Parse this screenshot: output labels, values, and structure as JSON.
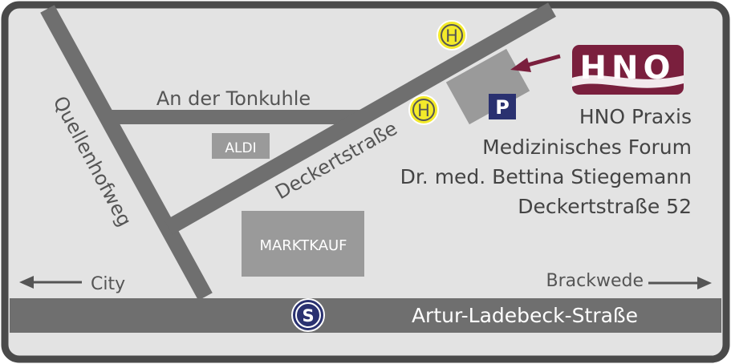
{
  "colors": {
    "frame": "#4a4a4a",
    "background": "#e3e3e3",
    "road": "#6f6f6f",
    "road_text": "#ffffff",
    "street_label": "#555555",
    "building": "#9a9a9a",
    "building_text": "#ffffff",
    "practice_text": "#444444",
    "logo": "#7a1f3d",
    "arrow": "#7a1f3d",
    "bus_stop_fill": "#f3ea2a",
    "parking_fill": "#2a3170",
    "sbahn_fill": "#2a3170",
    "direction_arrow": "#555555"
  },
  "streets": {
    "tonkuhle": "An der Tonkuhle",
    "quellenhofweg": "Quellenhofweg",
    "deckertstrasse": "Deckertstraße",
    "artur": "Artur-Ladebeck-Straße"
  },
  "directions": {
    "left": "City",
    "right": "Brackwede"
  },
  "stores": {
    "aldi": "ALDI",
    "marktkauf": "MARKTKAUF"
  },
  "icons": {
    "bus_stop_letter": "H",
    "parking_letter": "P",
    "sbahn_letter": "S"
  },
  "logo": {
    "text": "HNO"
  },
  "practice": {
    "line1": "HNO Praxis",
    "line2": "Medizinisches Forum",
    "line3": "Dr. med. Bettina Stiegemann",
    "line4": "Deckertstraße 52"
  }
}
